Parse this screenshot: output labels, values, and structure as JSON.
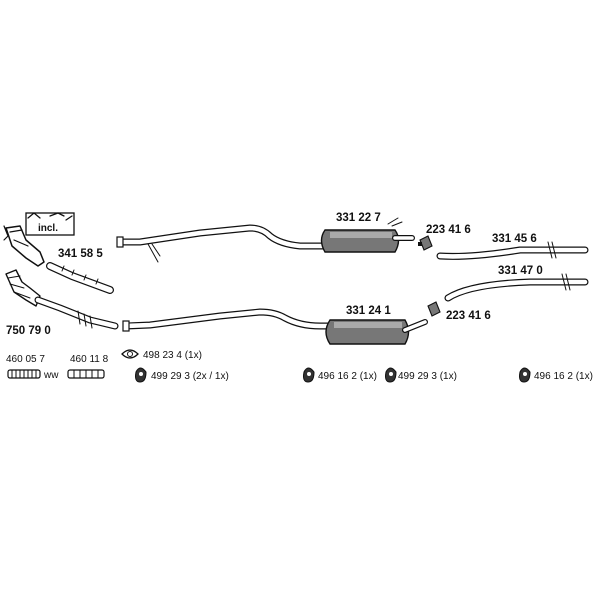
{
  "parts": {
    "p750790": "750 79 0",
    "p341585": "341 58 5",
    "p460057": "460 05 7",
    "p460118": "460 11 8",
    "p331227": "331 22 7",
    "p331241": "331 24 1",
    "p223416a": "223 41 6",
    "p223416b": "223 41 6",
    "p331456": "331 45 6",
    "p331470": "331 47 0"
  },
  "hardware": {
    "h498234": "498 23 4 (1x)",
    "h499293a": "499 29 3 (2x / 1x)",
    "h496162a": "496 16 2 (1x)",
    "h499293b": "499 29 3 (1x)",
    "h496162b": "496 16 2 (1x)"
  },
  "badge": {
    "incl": "incl."
  },
  "icons": [
    "catalytic-converter",
    "front-pipe",
    "flex-pipe",
    "intermediate-pipe",
    "muffler",
    "tailpipe",
    "clamp",
    "gasket",
    "rubber-mount"
  ]
}
